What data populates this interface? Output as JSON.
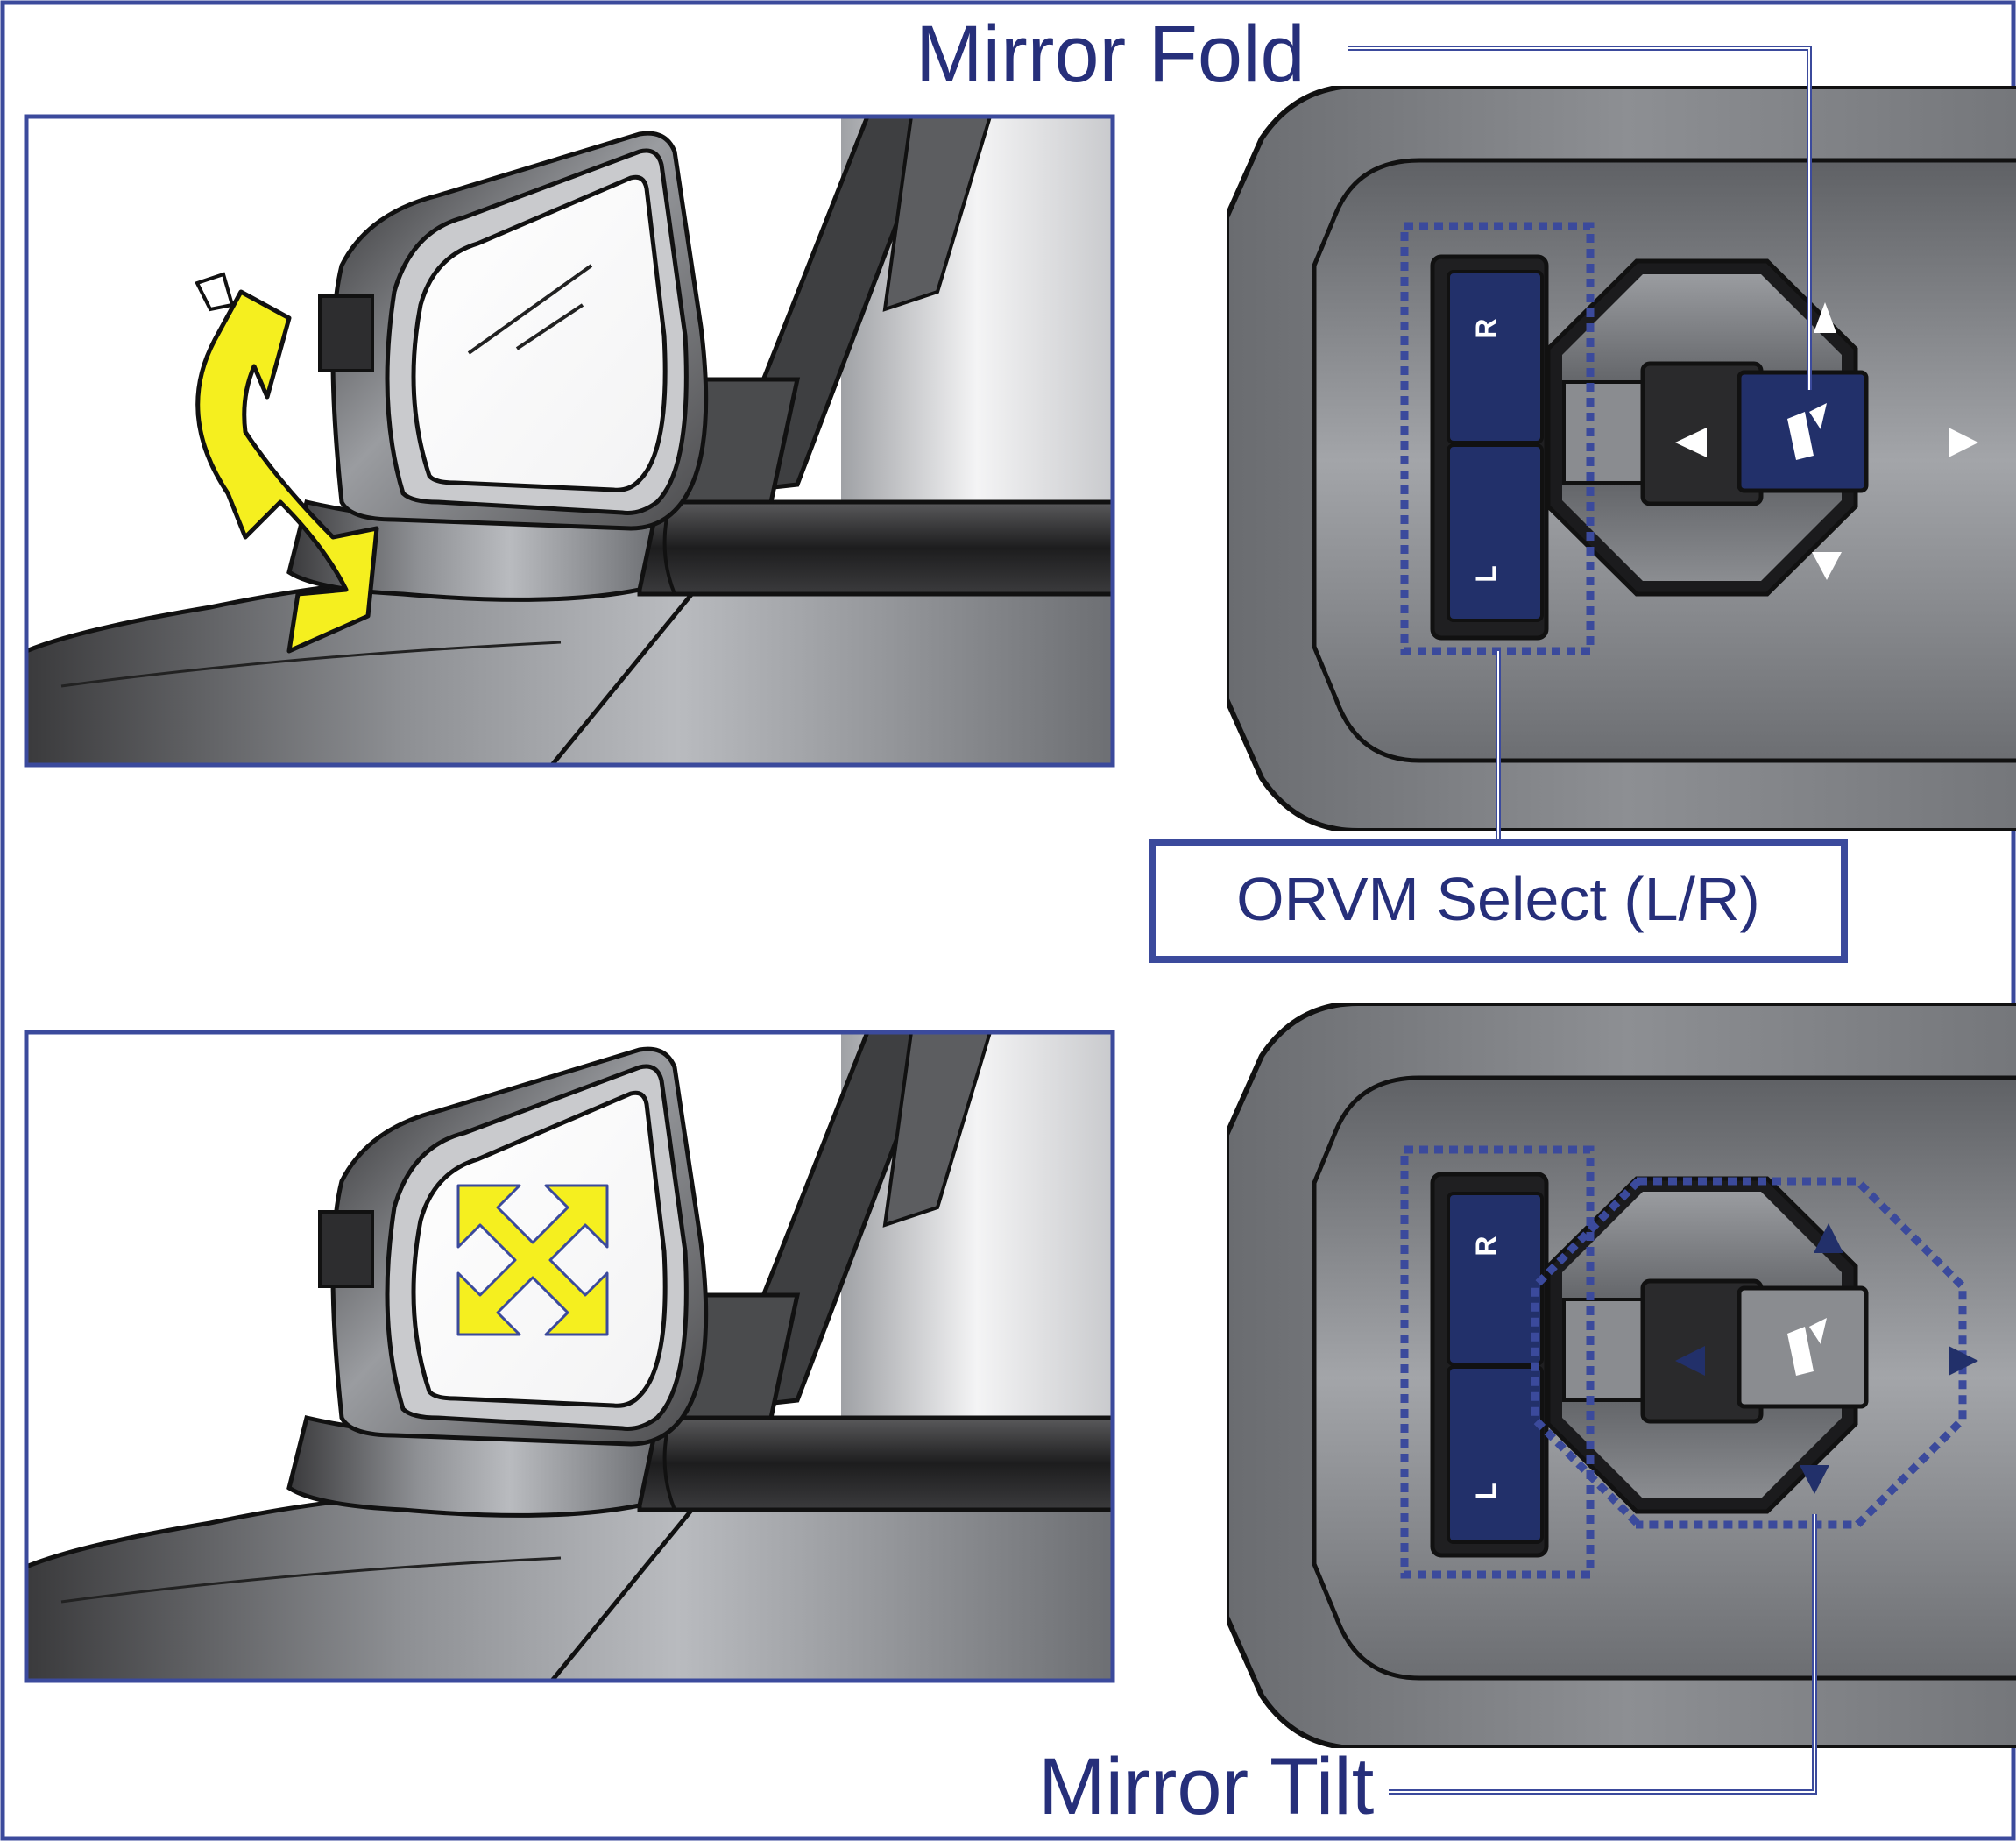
{
  "labels": {
    "mirror_fold": "Mirror Fold",
    "orvm_select": "ORVM Select (L/R)",
    "mirror_tilt": "Mirror Tilt"
  },
  "keys": {
    "right": "R",
    "left": "L"
  },
  "colors": {
    "frame_blue": "#3b4a9c",
    "label_navy": "#262f7a",
    "button_navy": "#22306a",
    "arrow_yellow": "#f5ef1f",
    "panel_grey": "#7c7e83"
  },
  "icons": {
    "fold_arrow": "fold-arrow-icon",
    "tilt_arrows": "four-way-arrow-icon",
    "fold_symbol": "mirror-fold-icon"
  },
  "state": {
    "top_panel_highlight": "Mirror Fold + ORVM Select",
    "bottom_panel_highlight": "Mirror Tilt + ORVM Select"
  }
}
